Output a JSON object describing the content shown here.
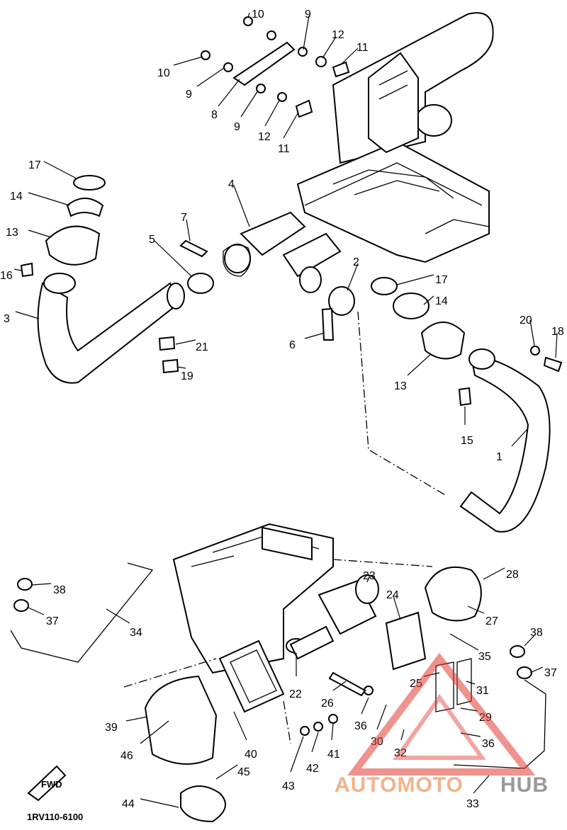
{
  "diagram": {
    "drawing_code": "1RV110-6100",
    "fwd_marker": "FWD",
    "callouts": [
      "1",
      "2",
      "3",
      "4",
      "5",
      "6",
      "7",
      "8",
      "9",
      "9",
      "9",
      "10",
      "10",
      "11",
      "11",
      "12",
      "12",
      "13",
      "13",
      "14",
      "14",
      "15",
      "16",
      "17",
      "17",
      "18",
      "19",
      "20",
      "21",
      "22",
      "23",
      "24",
      "25",
      "26",
      "27",
      "28",
      "29",
      "30",
      "31",
      "32",
      "33",
      "34",
      "35",
      "36",
      "36",
      "37",
      "37",
      "38",
      "38",
      "39",
      "40",
      "41",
      "42",
      "43",
      "44",
      "45",
      "46"
    ]
  },
  "watermark": {
    "brand_part1": "AUTOMOTO",
    "brand_part2": "HUB",
    "colors": {
      "accent": "#e03a2f",
      "text_orange": "#f2b28c",
      "text_grey": "#9a9a9a"
    }
  }
}
